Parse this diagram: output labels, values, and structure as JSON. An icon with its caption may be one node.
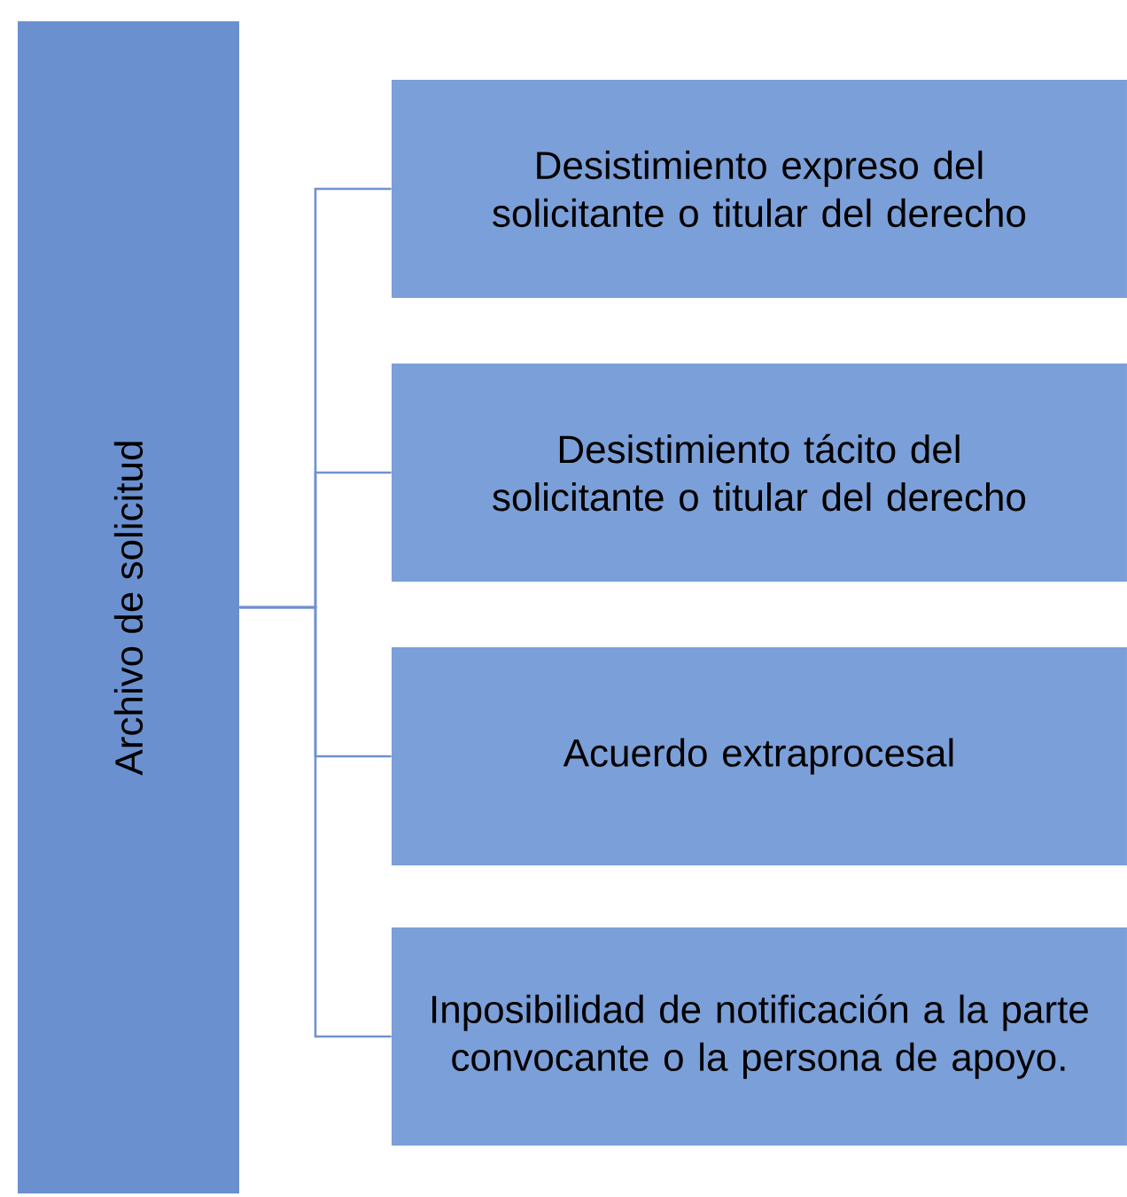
{
  "diagram": {
    "nodes": [
      {
        "text": [
          "Archivo de solicitud"
        ]
      },
      {
        "text": [
          "Desistimiento expreso del solicitante o titular del derecho"
        ]
      },
      {
        "text": [
          "Desistimiento tácito del solicitante o titular del derecho"
        ]
      },
      {
        "text": [
          "Acuerdo extraprocesal"
        ]
      },
      {
        "text": [
          "Inposibilidad de notificación a la parte convocante o la persona de apoyo."
        ]
      }
    ],
    "edges": [
      {
        "from": 0,
        "to": 1,
        "arrow": "none"
      },
      {
        "from": 0,
        "to": 2,
        "arrow": "none"
      },
      {
        "from": 0,
        "to": 3,
        "arrow": "none"
      },
      {
        "from": 0,
        "to": 4,
        "arrow": "none"
      }
    ]
  }
}
